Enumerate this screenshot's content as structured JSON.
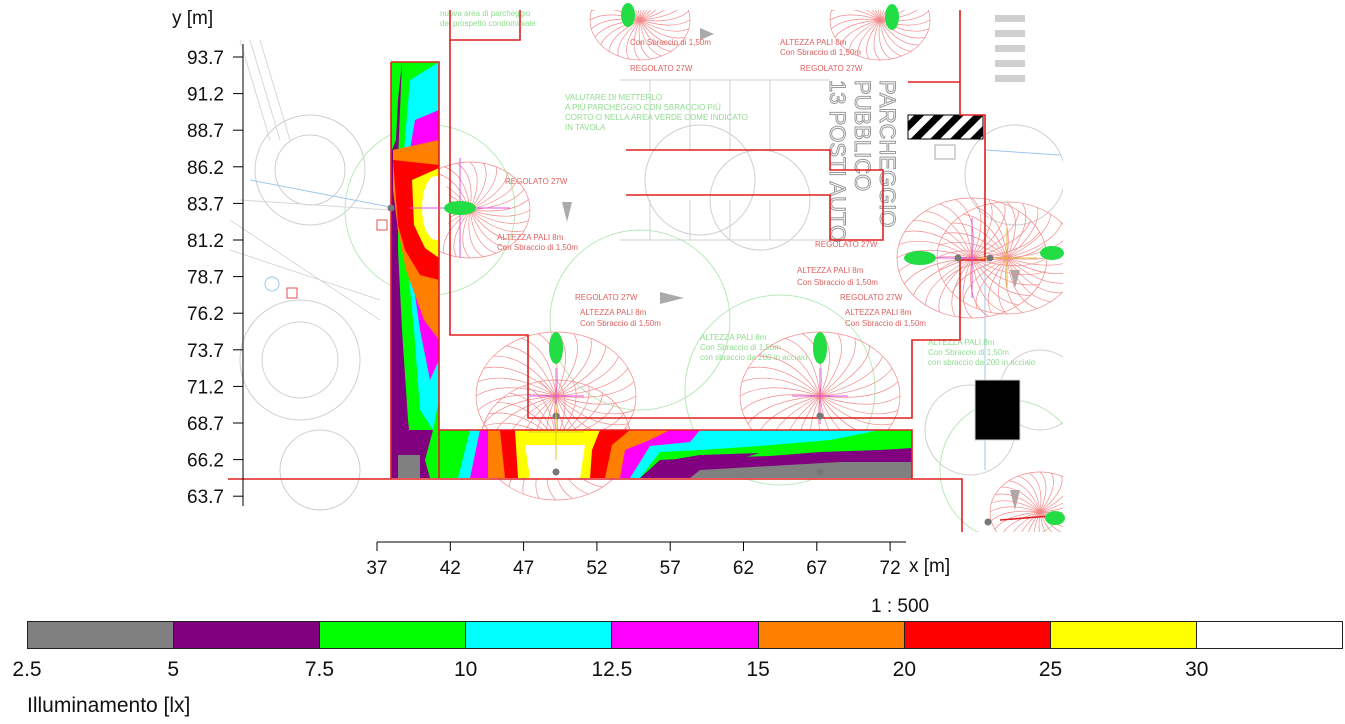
{
  "axes": {
    "x_unit": "x [m]",
    "y_unit": "y [m]",
    "x_ticks": [
      "37",
      "42",
      "47",
      "52",
      "57",
      "62",
      "67",
      "72"
    ],
    "y_ticks": [
      "93.7",
      "91.2",
      "88.7",
      "86.2",
      "83.7",
      "81.2",
      "78.7",
      "76.2",
      "73.7",
      "71.2",
      "68.7",
      "66.2",
      "63.7"
    ]
  },
  "scale": "1 : 500",
  "legend": {
    "title": "Illuminamento [lx]",
    "ticks": [
      "2.5",
      "5",
      "7.5",
      "10",
      "12.5",
      "15",
      "20",
      "25",
      "30"
    ],
    "colors": [
      "#808080",
      "#800080",
      "#00ff00",
      "#00ffff",
      "#ff00ff",
      "#ff8000",
      "#ff0000",
      "#ffff00",
      "#ffffff"
    ]
  },
  "plan_labels": {
    "parking_1": "PARCHEGGIO",
    "parking_2": "PUBBLICO",
    "parking_3": "13 POSTI AUTO",
    "regolato": "REGOLATO 27W",
    "altezza": "ALTEZZA PALI 8m",
    "sbraccio": "Con Sbraccio di 1,50m"
  }
}
